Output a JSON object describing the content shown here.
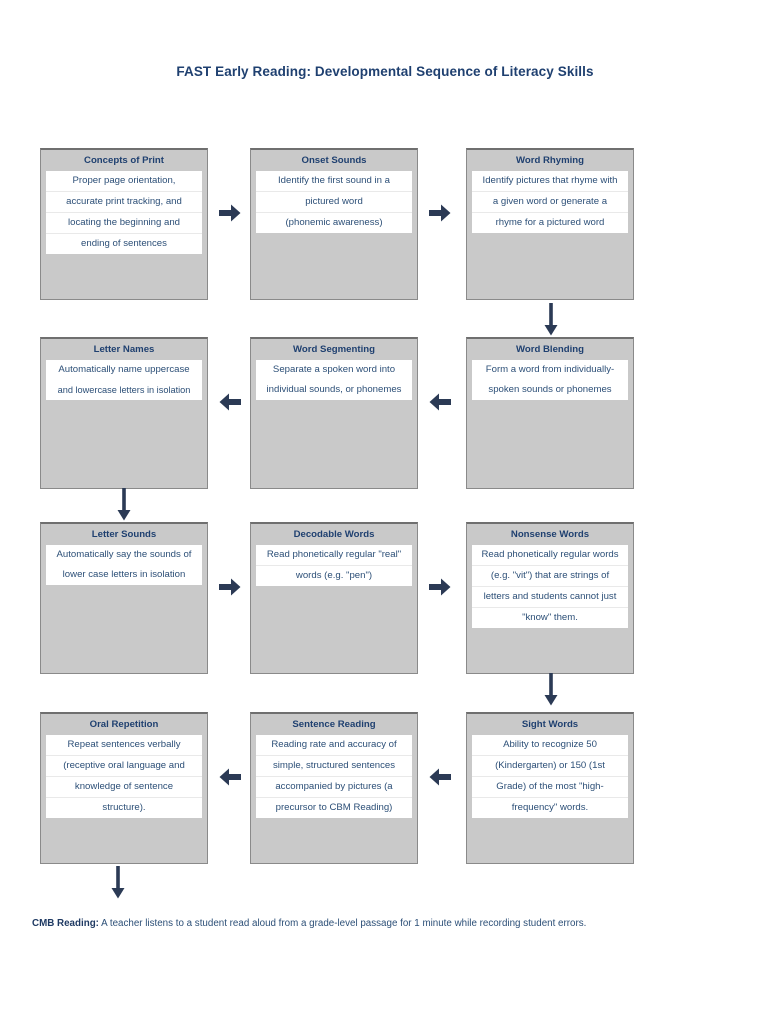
{
  "title": "FAST Early Reading:  Developmental Sequence of Literacy Skills",
  "colors": {
    "heading": "#1f4070",
    "body_text": "#2c4f77",
    "box_fill": "#c9c9c9",
    "box_border": "#8a8a8a",
    "arrow": "#2b3a55",
    "page_background": "#ffffff"
  },
  "diagram": {
    "type": "flowchart",
    "rows": 4,
    "columns": 3,
    "boxes": [
      {
        "id": "concepts-of-print",
        "title": "Concepts of Print",
        "lines": [
          "Proper page orientation,",
          "accurate print tracking, and",
          "locating the beginning and",
          "ending of sentences"
        ]
      },
      {
        "id": "onset-sounds",
        "title": "Onset Sounds",
        "lines": [
          "Identify the first sound in a",
          "pictured word",
          "(phonemic awareness)"
        ]
      },
      {
        "id": "word-rhyming",
        "title": "Word Rhyming",
        "lines": [
          "Identify pictures that rhyme with",
          "a given word or generate a",
          "rhyme for a pictured word"
        ]
      },
      {
        "id": "letter-names",
        "title": "Letter Names",
        "lines": [
          "Automatically name uppercase",
          "and lowercase letters in isolation"
        ]
      },
      {
        "id": "word-segmenting",
        "title": "Word Segmenting",
        "lines": [
          "Separate a spoken word into",
          "individual sounds, or phonemes"
        ]
      },
      {
        "id": "word-blending",
        "title": "Word Blending",
        "lines": [
          "Form a word from individually-",
          "spoken sounds or phonemes"
        ]
      },
      {
        "id": "letter-sounds",
        "title": "Letter Sounds",
        "lines": [
          "Automatically say the sounds of",
          "lower case letters in isolation"
        ]
      },
      {
        "id": "decodable-words",
        "title": "Decodable Words",
        "lines": [
          "Read phonetically regular \"real\"",
          "words (e.g. \"pen\")"
        ]
      },
      {
        "id": "nonsense-words",
        "title": "Nonsense Words",
        "lines": [
          "Read phonetically regular words",
          "(e.g. \"vit\") that are strings of",
          "letters and students cannot just",
          "\"know\" them."
        ]
      },
      {
        "id": "oral-repetition",
        "title": "Oral Repetition",
        "lines": [
          "Repeat sentences verbally",
          "(receptive oral language and",
          "knowledge of sentence",
          "structure)."
        ]
      },
      {
        "id": "sentence-reading",
        "title": "Sentence Reading",
        "lines": [
          "Reading rate and accuracy of",
          "simple, structured sentences",
          "accompanied by pictures (a",
          "precursor to CBM Reading)"
        ]
      },
      {
        "id": "sight-words",
        "title": "Sight Words",
        "lines": [
          "Ability to recognize 50",
          "(Kindergarten) or 150 (1st",
          "Grade) of the most \"high-",
          "frequency\" words."
        ]
      }
    ],
    "arrows": [
      {
        "id": "arrow-print-to-onset",
        "direction": "right"
      },
      {
        "id": "arrow-onset-to-rhyming",
        "direction": "right"
      },
      {
        "id": "arrow-rhyming-to-blending",
        "direction": "down"
      },
      {
        "id": "arrow-blending-to-segmenting",
        "direction": "left"
      },
      {
        "id": "arrow-segmenting-to-names",
        "direction": "left"
      },
      {
        "id": "arrow-names-to-sounds",
        "direction": "down"
      },
      {
        "id": "arrow-sounds-to-decodable",
        "direction": "right"
      },
      {
        "id": "arrow-decodable-to-nonsense",
        "direction": "right"
      },
      {
        "id": "arrow-nonsense-to-sight",
        "direction": "down"
      },
      {
        "id": "arrow-sight-to-sentence",
        "direction": "left"
      },
      {
        "id": "arrow-sentence-to-oral",
        "direction": "left"
      },
      {
        "id": "arrow-oral-to-cmb",
        "direction": "down"
      }
    ]
  },
  "footer": {
    "label": "CMB Reading:",
    "text": " A teacher listens to a student read aloud from a grade-level passage for 1 minute while recording student errors."
  }
}
